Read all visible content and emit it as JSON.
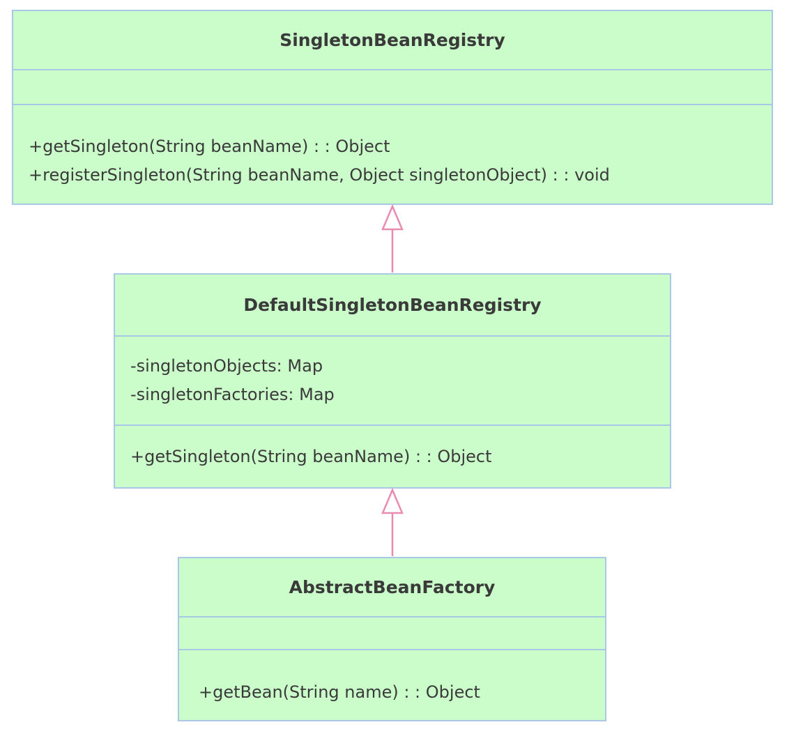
{
  "diagram": {
    "kind": "uml-class-diagram",
    "colors": {
      "class_fill": "#cafdc9",
      "class_border": "#a8c8e8",
      "inheritance_arrow": "#e98bb1",
      "text": "#3a3a3a",
      "background": "#ffffff"
    },
    "classes": [
      {
        "name": "SingletonBeanRegistry",
        "fields": [],
        "methods": [
          "+getSingleton(String beanName) : : Object",
          "+registerSingleton(String beanName, Object singletonObject) : : void"
        ]
      },
      {
        "name": "DefaultSingletonBeanRegistry",
        "fields": [
          "-singletonObjects: Map",
          "-singletonFactories: Map"
        ],
        "methods": [
          "+getSingleton(String beanName) : : Object"
        ]
      },
      {
        "name": "AbstractBeanFactory",
        "fields": [],
        "methods": [
          "+getBean(String name) : : Object"
        ]
      }
    ],
    "relations": [
      {
        "type": "inheritance",
        "from": "DefaultSingletonBeanRegistry",
        "to": "SingletonBeanRegistry"
      },
      {
        "type": "inheritance",
        "from": "AbstractBeanFactory",
        "to": "DefaultSingletonBeanRegistry"
      }
    ]
  }
}
